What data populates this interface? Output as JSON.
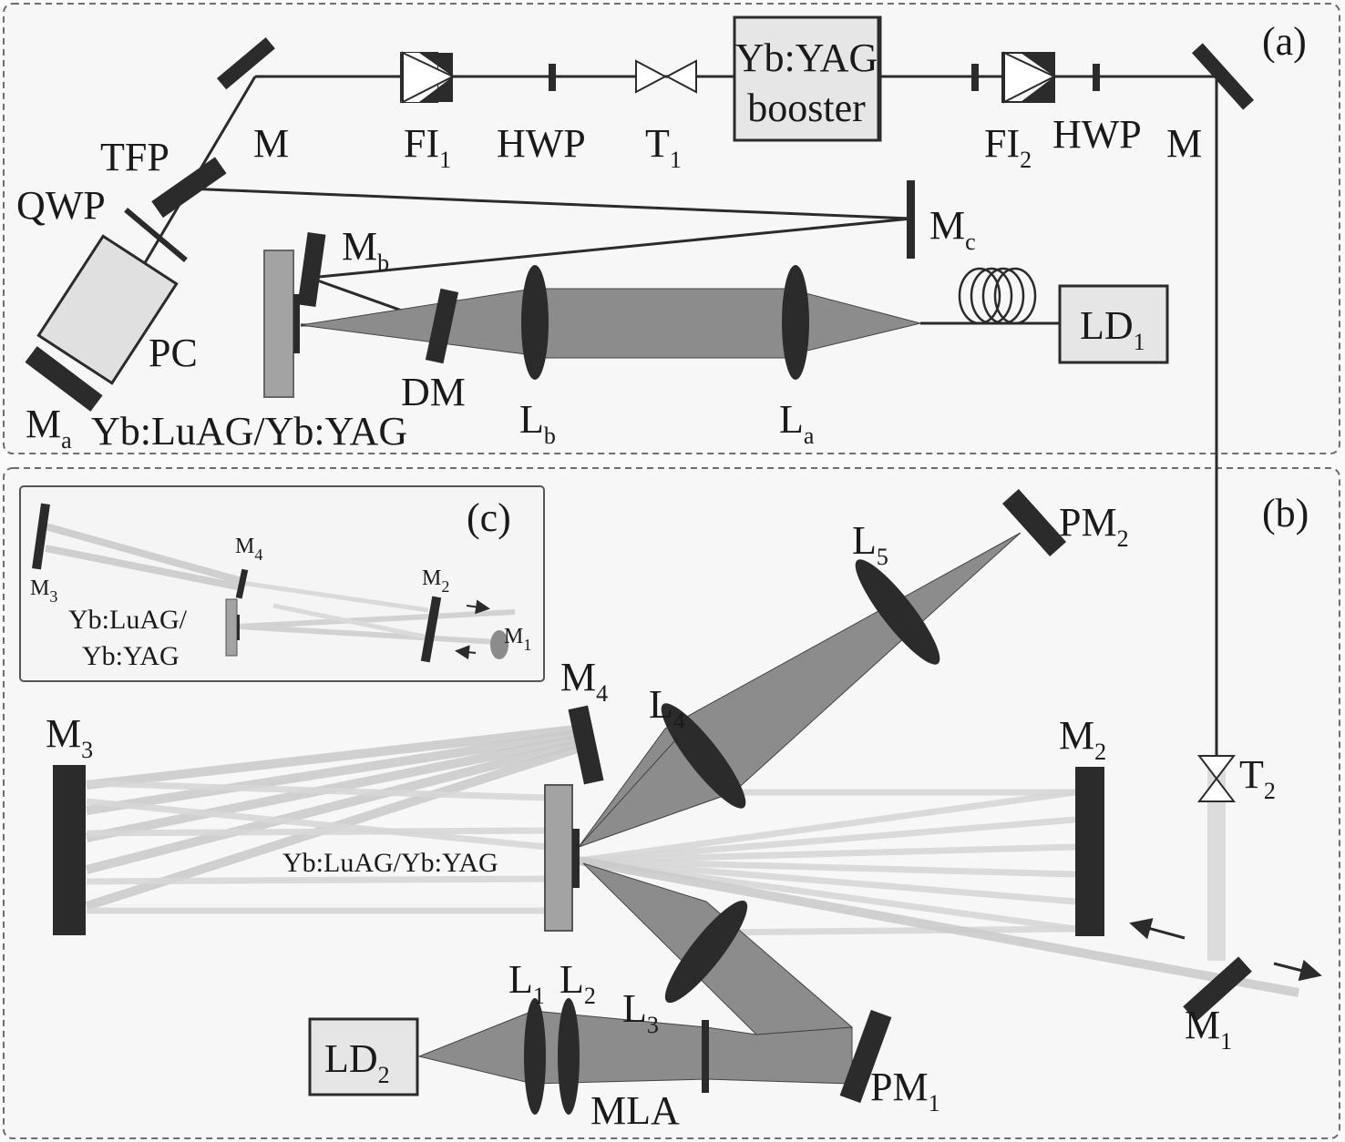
{
  "figure": {
    "panels": {
      "a": "(a)",
      "b": "(b)",
      "c": "(c)"
    },
    "panel_a": {
      "booster_line1": "Yb:YAG",
      "booster_line2": "booster",
      "labels": {
        "M_top_left": "M",
        "FI1": {
          "base": "FI",
          "sub": "1"
        },
        "HWP1": "HWP",
        "T1": {
          "base": "T",
          "sub": "1"
        },
        "FI2": {
          "base": "FI",
          "sub": "2"
        },
        "HWP2": "HWP",
        "M_top_right": "M",
        "TFP": "TFP",
        "QWP": "QWP",
        "PC": "PC",
        "Ma": {
          "base": "M",
          "sub": "a"
        },
        "Mb": {
          "base": "M",
          "sub": "b"
        },
        "Mc": {
          "base": "M",
          "sub": "c"
        },
        "DM": "DM",
        "Lb": {
          "base": "L",
          "sub": "b"
        },
        "La": {
          "base": "L",
          "sub": "a"
        },
        "LD1": {
          "base": "LD",
          "sub": "1"
        },
        "crystal": "Yb:LuAG/Yb:YAG"
      }
    },
    "panel_b": {
      "labels": {
        "M3": {
          "base": "M",
          "sub": "3"
        },
        "M4": {
          "base": "M",
          "sub": "4"
        },
        "L4": {
          "base": "L",
          "sub": "4"
        },
        "L5": {
          "base": "L",
          "sub": "5"
        },
        "PM2": {
          "base": "PM",
          "sub": "2"
        },
        "M2": {
          "base": "M",
          "sub": "2"
        },
        "T2": {
          "base": "T",
          "sub": "2"
        },
        "M1": {
          "base": "M",
          "sub": "1"
        },
        "crystal": "Yb:LuAG/Yb:YAG",
        "L1": {
          "base": "L",
          "sub": "1"
        },
        "L2": {
          "base": "L",
          "sub": "2"
        },
        "L3": {
          "base": "L",
          "sub": "3"
        },
        "LD2": {
          "base": "LD",
          "sub": "2"
        },
        "MLA": "MLA",
        "PM1": {
          "base": "PM",
          "sub": "1"
        }
      }
    },
    "panel_c": {
      "labels": {
        "M3": {
          "base": "M",
          "sub": "3"
        },
        "M4": {
          "base": "M",
          "sub": "4"
        },
        "M2": {
          "base": "M",
          "sub": "2"
        },
        "M1": {
          "base": "M",
          "sub": "1"
        },
        "crystal_line1": "Yb:LuAG/",
        "crystal_line2": "Yb:YAG"
      }
    },
    "colors": {
      "optic": "#2b2b2b",
      "pump_beam": "#8c8c8c",
      "multipass_beam": "#c9c9c9",
      "crystal": "#a3a3a3",
      "box_fill": "#e6e6e6",
      "background": "#f7f7f7"
    }
  }
}
